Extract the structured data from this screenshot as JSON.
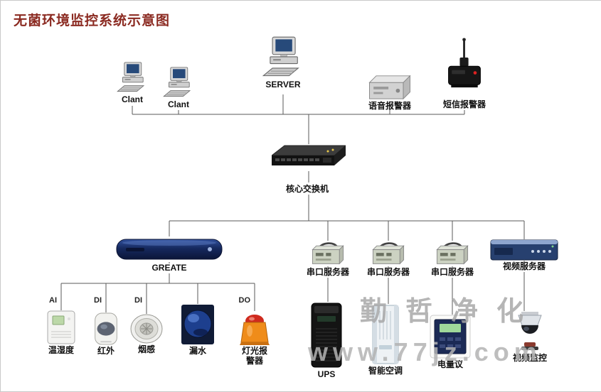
{
  "title": "无菌环境监控系统示意图",
  "watermark": {
    "brand": "勤哲净化",
    "url": "www.77jz.com"
  },
  "nodes": {
    "client1": {
      "label": "Clant"
    },
    "client2": {
      "label": "Clant"
    },
    "server": {
      "label": "SERVER"
    },
    "voice_alarm": {
      "label": "语音报警器"
    },
    "sms_alarm": {
      "label": "短信报警器"
    },
    "core_switch": {
      "label": "核心交换机"
    },
    "greate": {
      "label": "GREATE"
    },
    "serial1": {
      "label": "串口服务器"
    },
    "serial2": {
      "label": "串口服务器"
    },
    "serial3": {
      "label": "串口服务器"
    },
    "video_server": {
      "label": "视频服务器"
    },
    "temp_humidity": {
      "label": "温湿度",
      "port": "AI"
    },
    "infrared": {
      "label": "红外",
      "port": "DI"
    },
    "smoke": {
      "label": "烟感",
      "port": "DI"
    },
    "water_leak": {
      "label": "漏水"
    },
    "light_alarm": {
      "label": "灯光报警器",
      "port": "DO"
    },
    "ups": {
      "label": "UPS"
    },
    "smart_ac": {
      "label": "智能空调"
    },
    "power_meter": {
      "label": "电量议"
    },
    "video_monitor": {
      "label": "视频监控"
    }
  }
}
